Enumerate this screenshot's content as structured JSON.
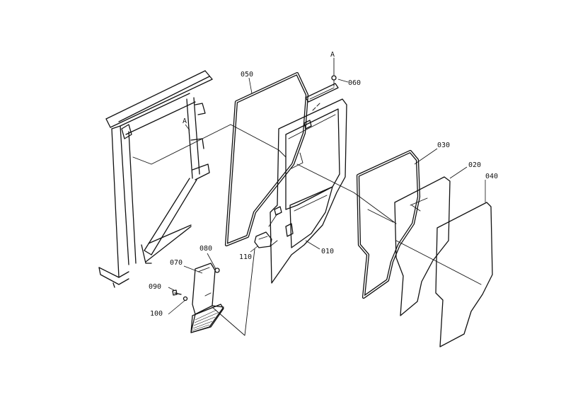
{
  "parts": {
    "p010": "010",
    "p020": "020",
    "p030": "030",
    "p040": "040",
    "p050": "050",
    "p060": "060",
    "p070": "070",
    "p080": "080",
    "p090": "090",
    "p100": "100",
    "p110": "110"
  },
  "view_markers": {
    "top": "A",
    "frame": "A"
  }
}
